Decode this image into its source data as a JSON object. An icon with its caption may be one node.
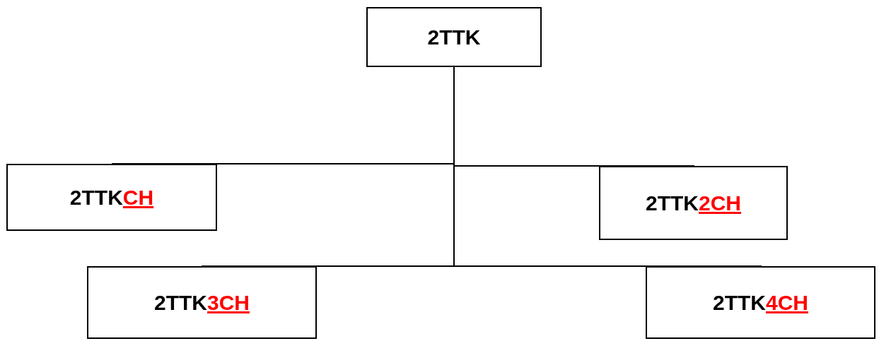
{
  "diagram": {
    "nodes": [
      {
        "text": [
          "2TTK"
        ]
      },
      {
        "text": [
          "2TTKCH"
        ]
      },
      {
        "text": [
          "2TTK2CH"
        ]
      },
      {
        "text": [
          "2TTK3CH"
        ]
      },
      {
        "text": [
          "2TTK4CH"
        ]
      }
    ],
    "edges": [
      {
        "from": 0,
        "to": 1,
        "arrow": "none"
      },
      {
        "from": 0,
        "to": 2,
        "arrow": "none"
      },
      {
        "from": 0,
        "to": 3,
        "arrow": "none"
      },
      {
        "from": 0,
        "to": 4,
        "arrow": "none"
      }
    ]
  }
}
